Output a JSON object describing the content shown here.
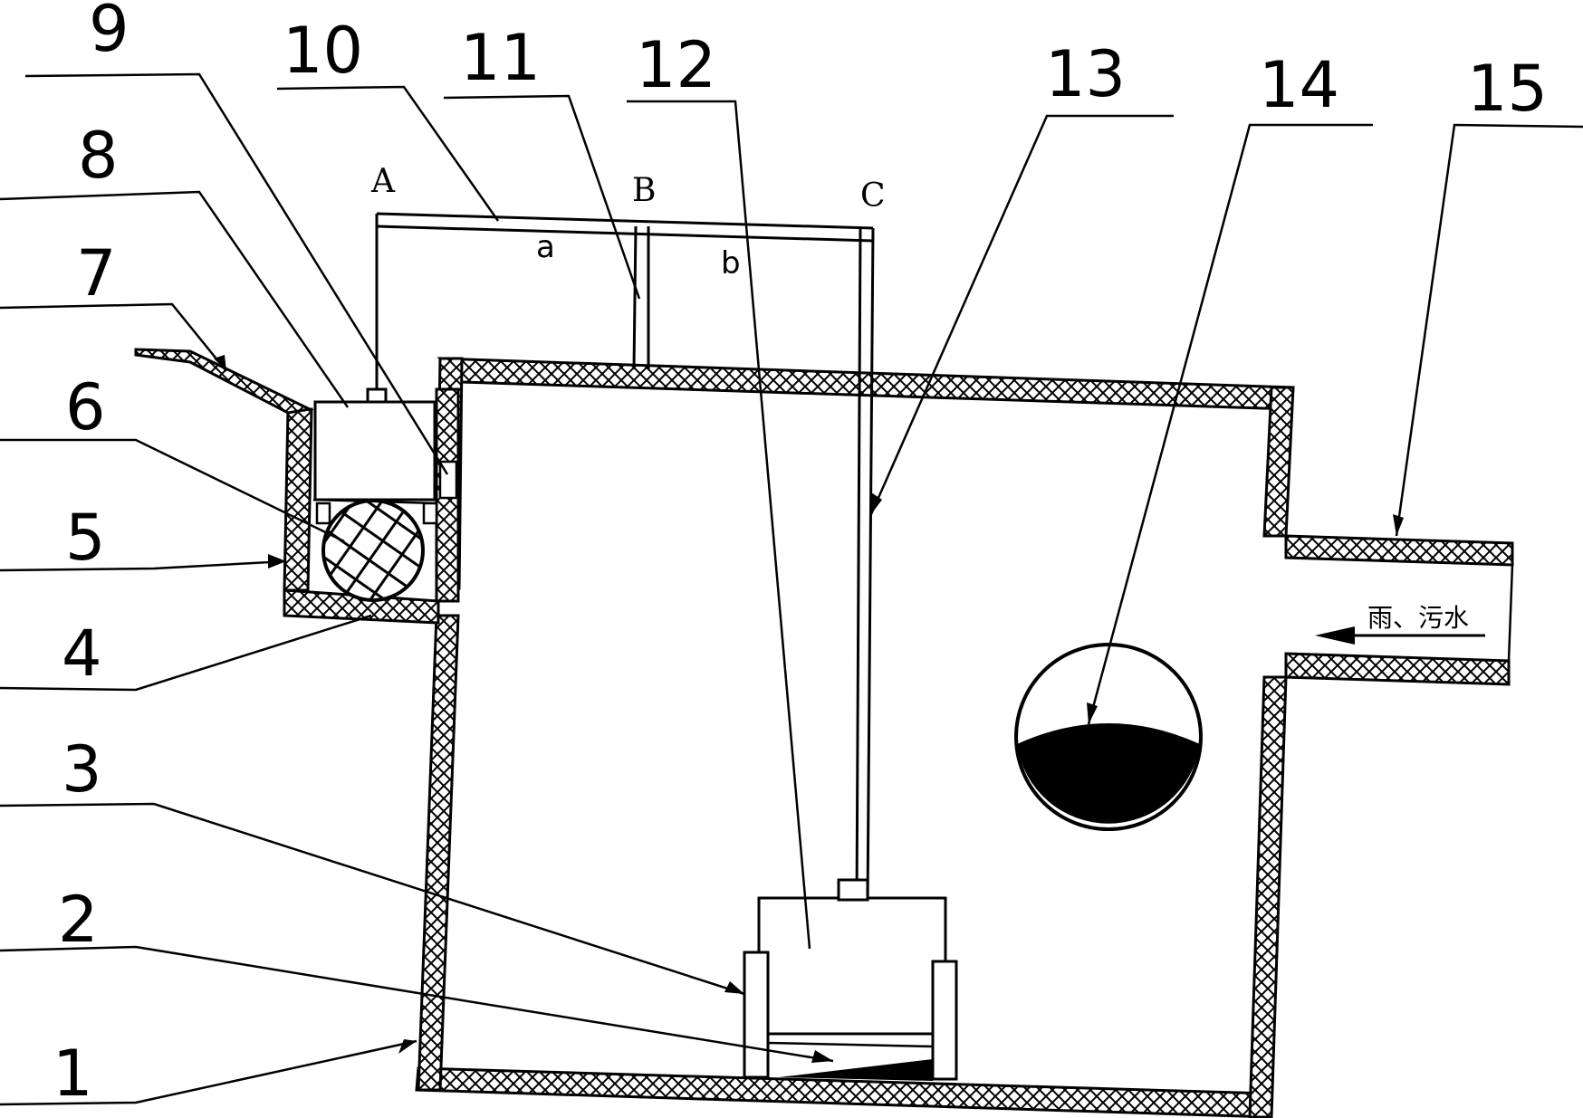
{
  "labels": {
    "n1": "1",
    "n2": "2",
    "n3": "3",
    "n4": "4",
    "n5": "5",
    "n6": "6",
    "n7": "7",
    "n8": "8",
    "n9": "9",
    "n10": "10",
    "n11": "11",
    "n12": "12",
    "n13": "13",
    "n14": "14",
    "n15": "15"
  },
  "points": {
    "A": "A",
    "B": "B",
    "C": "C",
    "a": "a",
    "b": "b"
  },
  "inlet_text": "雨、污水",
  "colors": {
    "line": "#000000",
    "background": "#ffffff"
  }
}
